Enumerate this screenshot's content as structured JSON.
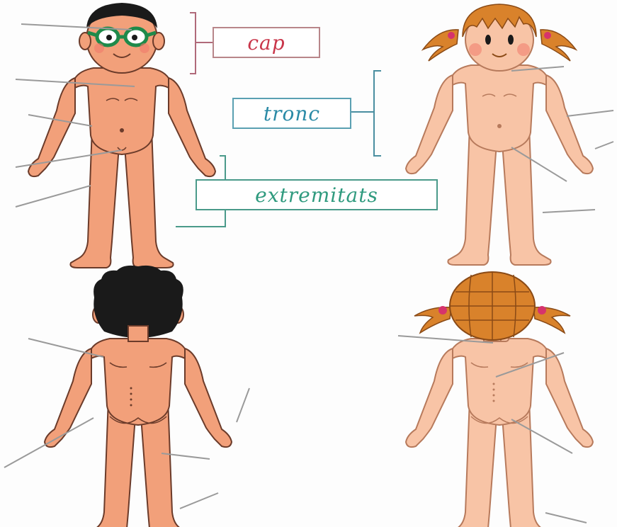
{
  "labels": {
    "cap": "cap",
    "tronc": "tronc",
    "extremitats": "extremitats"
  },
  "colors": {
    "skin": "#f2a07a",
    "skin_dark": "#e58d66",
    "skin_light": "#f8c4a6",
    "outline": "#6b3b2a",
    "boy_hair": "#1a1a1a",
    "girl_hair": "#d9822b",
    "glasses": "#1e8a4a",
    "pointer_line": "#9a9a9a",
    "cap_box": "#b8868a",
    "cap_text": "#c9364a",
    "tronc_box": "#5aa0b2",
    "tronc_text": "#2a8aa6",
    "extr_box": "#4a9a8a",
    "extr_text": "#2f9a7e",
    "bracket_cap": "#b06a7a",
    "bracket_tronc": "#4a8ea0",
    "bracket_extr": "#4a9a8a"
  },
  "figures": [
    {
      "id": "boy-front",
      "view": "front",
      "character": "boy"
    },
    {
      "id": "girl-front",
      "view": "front",
      "character": "girl"
    },
    {
      "id": "boy-back",
      "view": "back",
      "character": "boy"
    },
    {
      "id": "girl-back",
      "view": "back",
      "character": "girl"
    }
  ]
}
